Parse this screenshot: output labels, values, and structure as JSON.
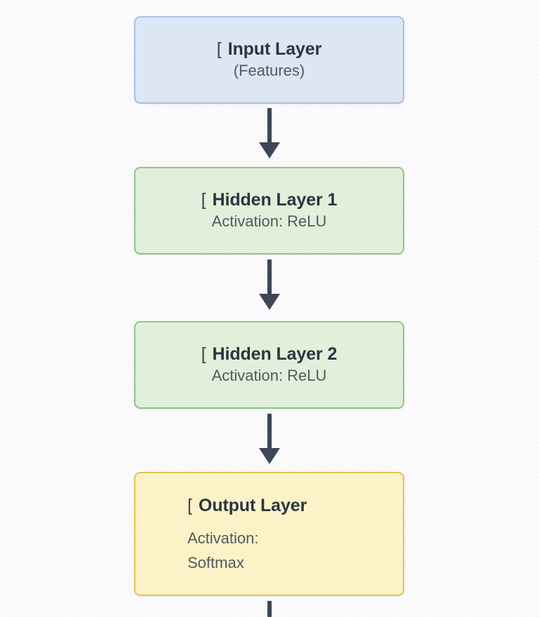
{
  "diagram": {
    "type": "flowchart",
    "orientation": "top-to-bottom",
    "background_color": "#f8f7fa",
    "nodes": [
      {
        "id": "input",
        "icon": "bracket-glyph",
        "icon_char": "[",
        "title": "Input Layer",
        "subtitle": "(Features)",
        "fill_color": "#dde6f5",
        "border_color": "#a8c0e0",
        "text_color": "#2e3440"
      },
      {
        "id": "hidden1",
        "icon": "bracket-glyph",
        "icon_char": "[",
        "title": "Hidden Layer 1",
        "subtitle": "Activation: ReLU",
        "fill_color": "#e2efdb",
        "border_color": "#92c483",
        "text_color": "#2e3440"
      },
      {
        "id": "hidden2",
        "icon": "bracket-glyph",
        "icon_char": "[",
        "title": "Hidden Layer 2",
        "subtitle": "Activation: ReLU",
        "fill_color": "#e2efdb",
        "border_color": "#92c483",
        "text_color": "#2e3440"
      },
      {
        "id": "output",
        "icon": "bracket-glyph",
        "icon_char": "[",
        "title": "Output Layer",
        "subtitle_line1": "Activation:",
        "subtitle_line2": "Softmax",
        "fill_color": "#fcf2c8",
        "border_color": "#e3c44c",
        "text_color": "#2e3440"
      }
    ],
    "connectors": [
      {
        "id": "input-to-hidden1",
        "from": "input",
        "to": "hidden1",
        "style": "solid-arrow-down",
        "color": "#3d4656"
      },
      {
        "id": "hidden1-to-hidden2",
        "from": "hidden1",
        "to": "hidden2",
        "style": "solid-arrow-down",
        "color": "#3d4656"
      },
      {
        "id": "hidden2-to-output",
        "from": "hidden2",
        "to": "output",
        "style": "solid-arrow-down",
        "color": "#3d4656"
      },
      {
        "id": "output-to-next",
        "from": "output",
        "to": "",
        "style": "solid-line-clipped",
        "color": "#3d4656"
      }
    ]
  }
}
